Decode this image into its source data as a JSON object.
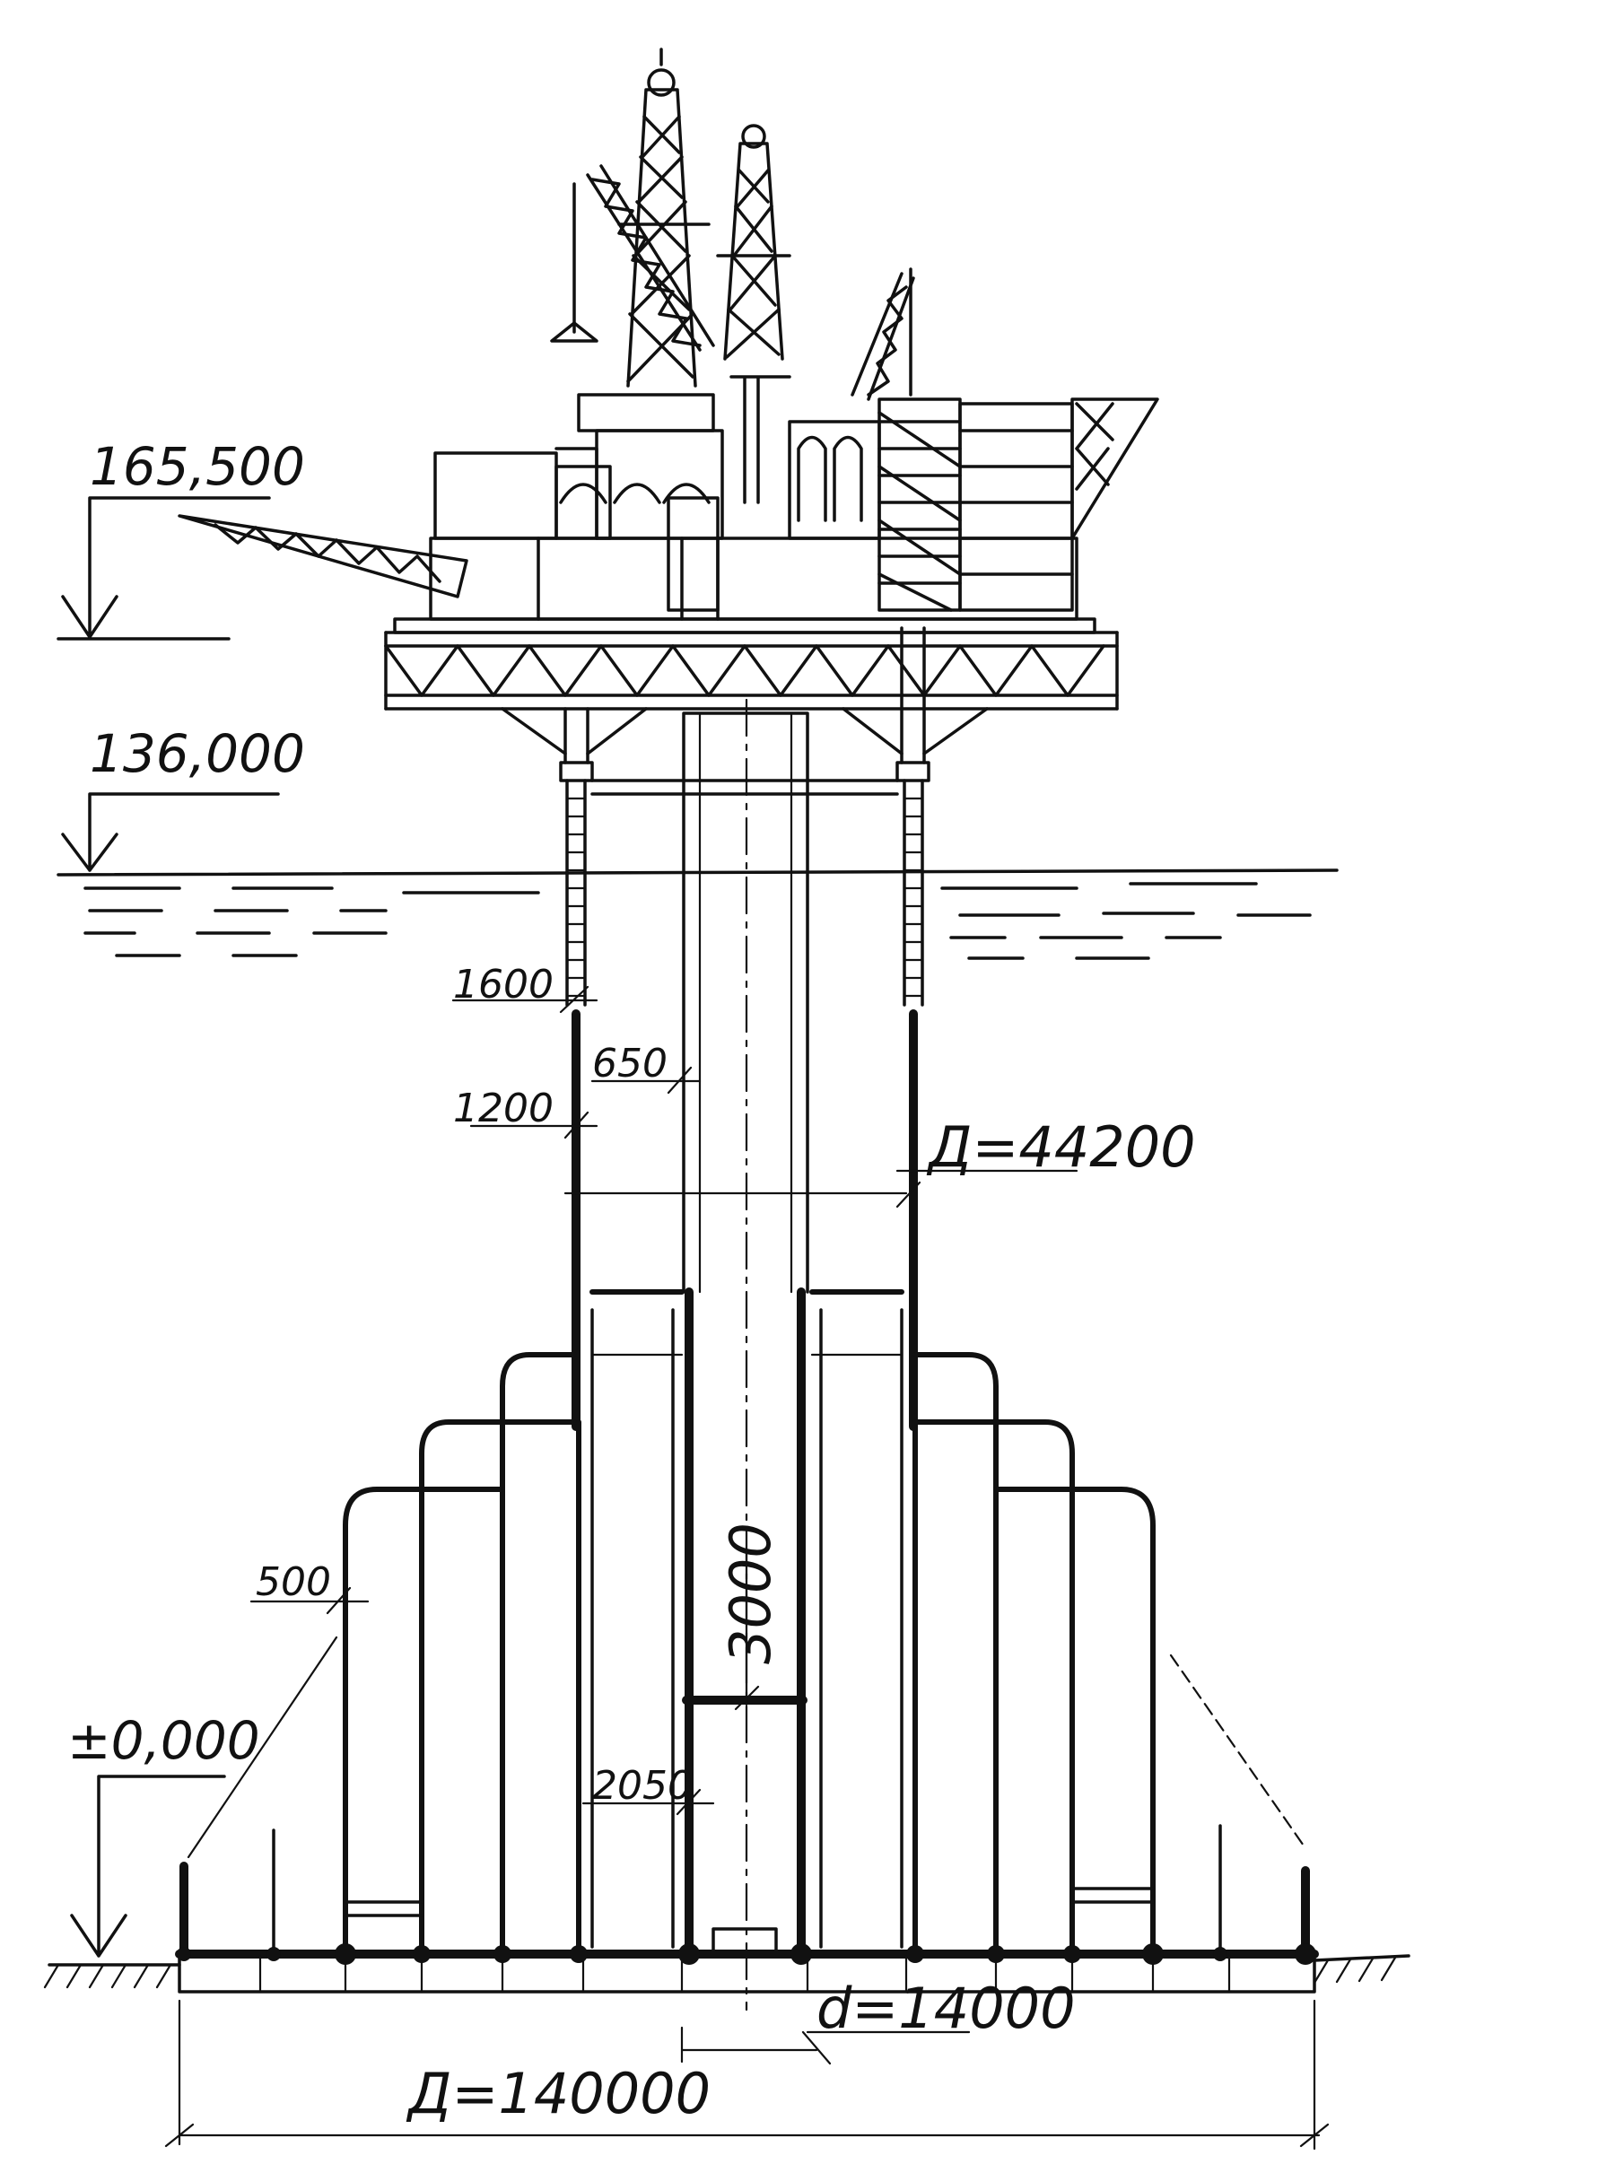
{
  "drawing": {
    "elevations": {
      "deck": "165,500",
      "sea": "136,000",
      "seabed": "±0,000"
    },
    "dimensions": {
      "shaft_wall_top": "1600",
      "inner_wall": "650",
      "shaft_wall": "1200",
      "shaft_diameter": "Д=44200",
      "cell_wall": "500",
      "partition": "3000",
      "lower_wall": "2050",
      "inner_diameter": "d=14000",
      "base_diameter": "Д=140000"
    }
  }
}
